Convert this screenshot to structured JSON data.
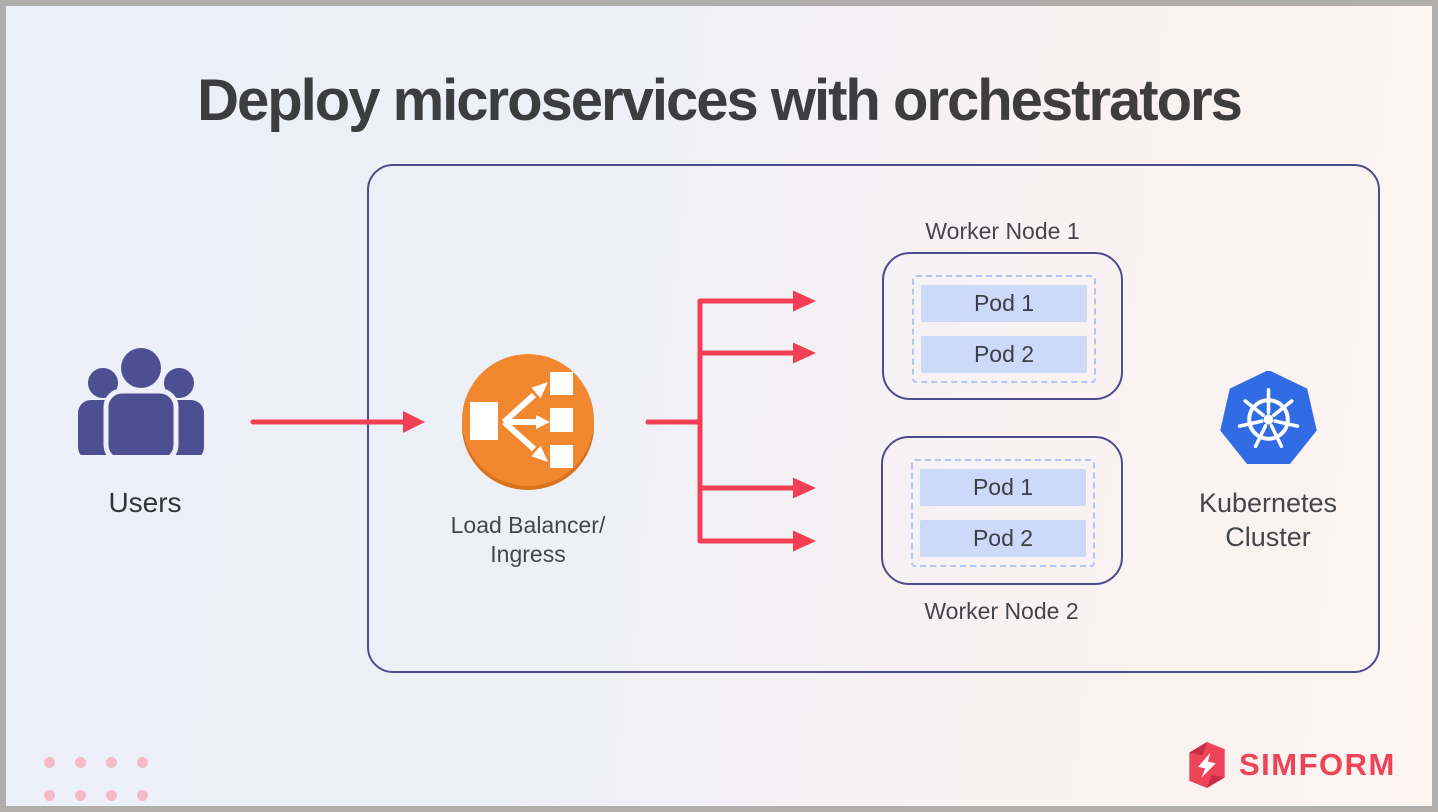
{
  "title": "Deploy microservices with orchestrators",
  "users": {
    "label": "Users"
  },
  "load_balancer": {
    "label": [
      "Load Balancer/",
      "Ingress"
    ]
  },
  "cluster": {
    "worker_nodes": [
      {
        "label": "Worker Node 1",
        "pods": [
          "Pod 1",
          "Pod 2"
        ]
      },
      {
        "label": "Worker Node 2",
        "pods": [
          "Pod 1",
          "Pod 2"
        ]
      }
    ]
  },
  "kubernetes": {
    "label": [
      "Kubernetes",
      "Cluster"
    ]
  },
  "branding": {
    "logo_text": "SIMFORM"
  },
  "colors": {
    "text_dark": "#3d3d40",
    "label_gray": "#45454c",
    "indigo_border": "#4c4c8e",
    "users_indigo": "#4d4f93",
    "arrow_red": "#f23f54",
    "lb_orange": "#f1882f",
    "lb_orange_dark": "#d9731c",
    "pod_fill": "#cdd9f8",
    "pod_dash": "#afc6f2",
    "k8s_blue": "#326ce5",
    "brand_red": "#ee4458",
    "dot_pink": "#f4bbc7"
  }
}
